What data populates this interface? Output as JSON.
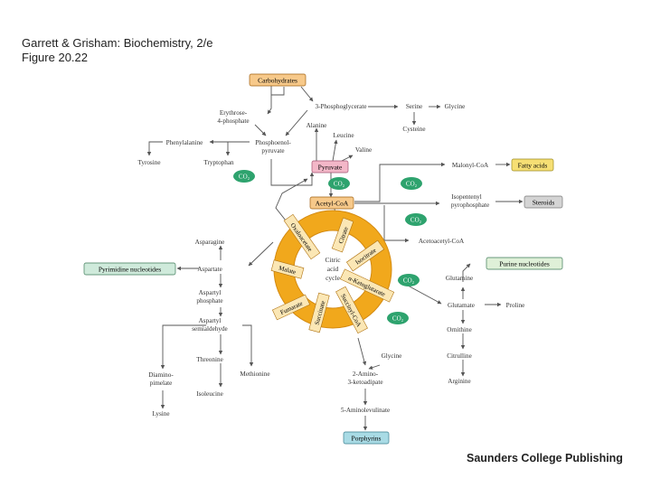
{
  "header": {
    "line1": "Garrett & Grisham: Biochemistry, 2/e",
    "line2": "Figure 20.22"
  },
  "footer": "Saunders College Publishing",
  "colors": {
    "cycle": "#f1a81c",
    "cycle_dark": "#d48a10",
    "label_fill": "#fbe7b5",
    "co2": "#2ea36e",
    "pyruvate_box": "#f3b7c8",
    "fatty_box": "#f6df74",
    "steroid_box": "#d4d4d4",
    "pyrimidine_box": "#cfeadb",
    "purine_box": "#dff0d8",
    "porphyrin_box": "#a9dbe5",
    "acetylcoa_box": "#f7c98a",
    "carbo_box": "#f7c98a",
    "arrow": "#555555"
  },
  "boxes": {
    "carbohydrates": "Carbohydrates",
    "pyruvate": "Pyruvate",
    "acetyl_coa": "Acetyl-CoA",
    "fatty_acids": "Fatty acids",
    "steroids": "Steroids",
    "pyrimidine": "Pyrimidine nucleotides",
    "purine": "Purine nucleotides",
    "porphyrins": "Porphyrins"
  },
  "co2": [
    "CO₂",
    "CO₂",
    "CO₂",
    "CO₂",
    "CO₂",
    "CO₂"
  ],
  "metabolites": {
    "erythrose": "Erythrose-",
    "erythrose2": "4-phosphate",
    "phosphoglycerate": "3-Phosphoglycerate",
    "serine": "Serine",
    "glycine_top": "Glycine",
    "cysteine": "Cysteine",
    "alanine": "Alanine",
    "leucine": "Leucine",
    "valine": "Valine",
    "phenylalanine": "Phenylalanine",
    "pep1": "Phosphoenol-",
    "pep2": "pyruvate",
    "tyrosine": "Tyrosine",
    "tryptophan": "Tryptophan",
    "malonyl": "Malonyl-CoA",
    "isopentenyl1": "Isopentenyl",
    "isopentenyl2": "pyrophosphate",
    "acetoacetyl": "Acetoacetyl-CoA",
    "asparagine": "Asparagine",
    "aspartate": "Aspartate",
    "aspartyl_p1": "Aspartyl",
    "aspartyl_p2": "phosphate",
    "aspsemi1": "Aspartyl",
    "aspsemi2": "semialdehyde",
    "threonine": "Threonine",
    "diamino1": "Diamino-",
    "diamino2": "pimelate",
    "methionine": "Methionine",
    "isoleucine": "Isoleucine",
    "lysine": "Lysine",
    "glutamine": "Glutamine",
    "glutamate": "Glutamate",
    "proline": "Proline",
    "ornithine": "Ornithine",
    "citrulline": "Citrulline",
    "arginine": "Arginine",
    "glycine_bottom": "Glycine",
    "aminoketo1": "2-Amino-",
    "aminoketo2": "3-ketoadipate",
    "aminolev": "5-Aminolevulinate"
  },
  "cycle": {
    "center1": "Citric",
    "center2": "acid",
    "center3": "cycle",
    "oxaloacetate": "Oxaloacetate",
    "citrate": "Citrate",
    "isocitrate": "Isocitrate",
    "ketoglutarate": "α-Ketoglutarate",
    "succinylcoa": "Succinyl-CoA",
    "succinate": "Succinate",
    "fumarate": "Fumarate",
    "malate": "Malate"
  }
}
